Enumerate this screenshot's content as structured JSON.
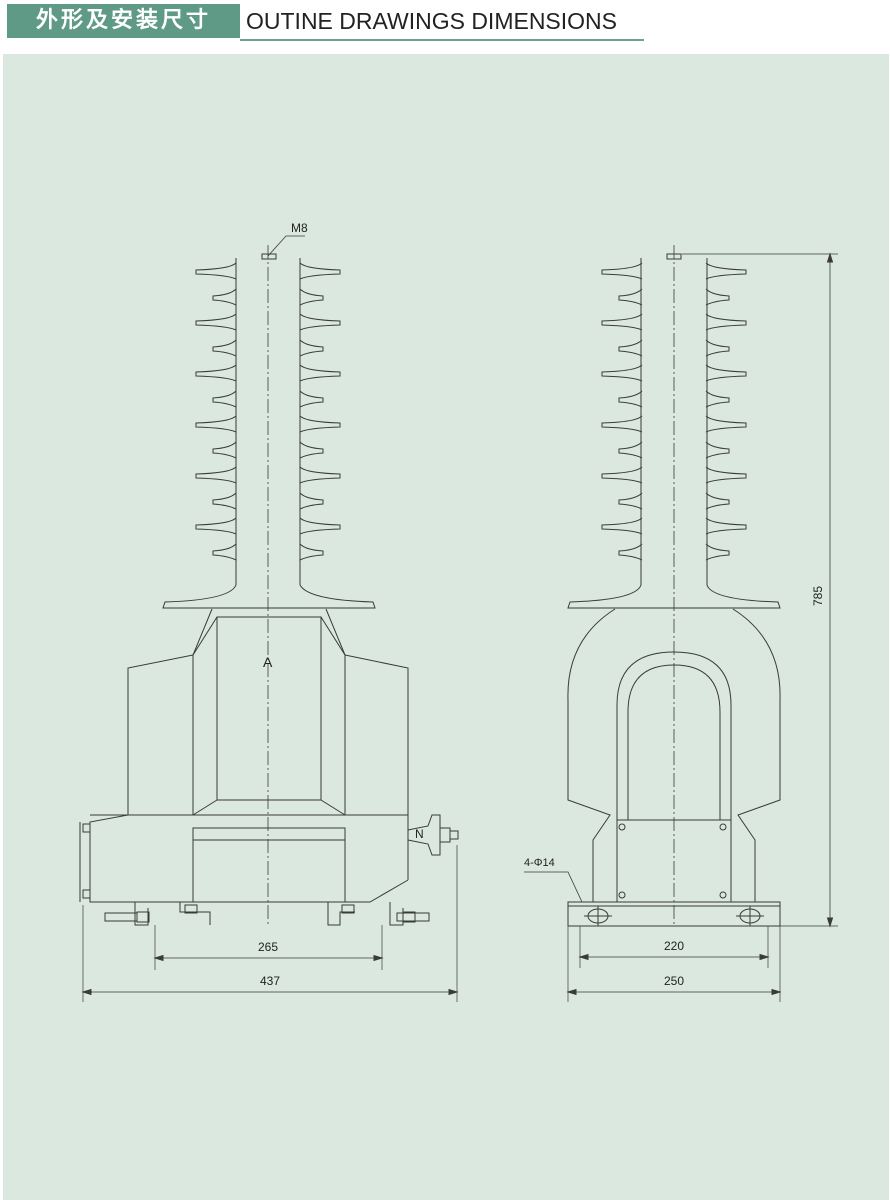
{
  "header": {
    "title_cn": "外形及安装尺寸",
    "title_en": "OUTINE DRAWINGS DIMENSIONS"
  },
  "front_view": {
    "thread_label": "M8",
    "terminal_a": "A",
    "terminal_n": "N",
    "dim_mounting": "265",
    "dim_overall": "437"
  },
  "side_view": {
    "hole_label": "4-Φ14",
    "dim_height": "785",
    "dim_mounting": "220",
    "dim_overall": "250"
  },
  "colors": {
    "header_bg": "#5f9a86",
    "panel_bg": "#dbe8e0",
    "line": "#3a3a3a"
  }
}
